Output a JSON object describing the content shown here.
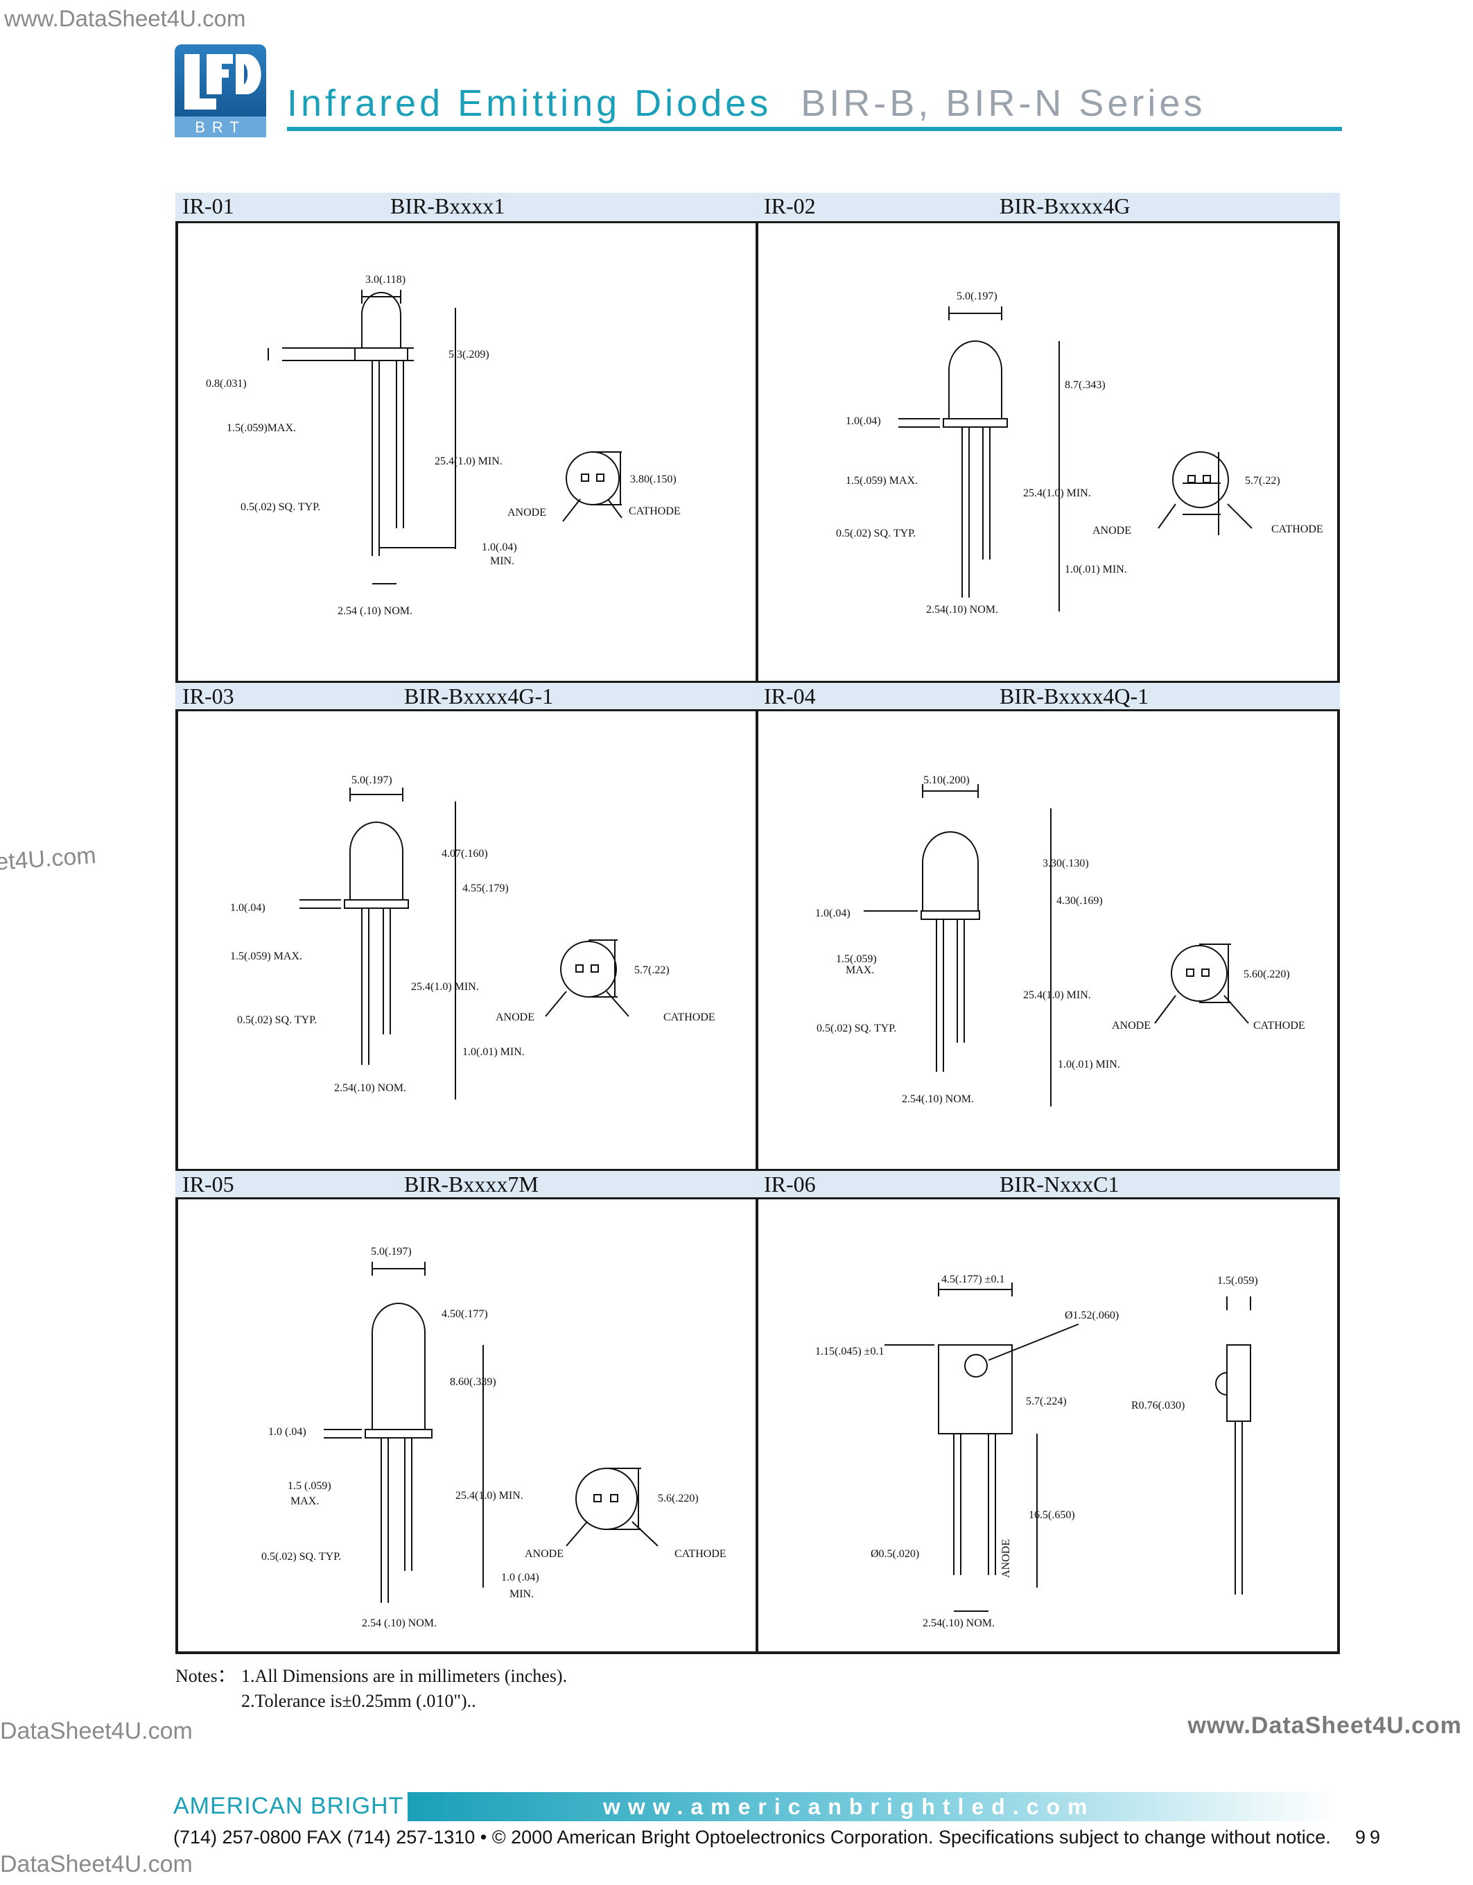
{
  "watermarks": {
    "top": "www.DataSheet4U.com",
    "left": "et4U.com",
    "mid_left": "DataSheet4U.com",
    "mid_right": "www.DataSheet4U.com",
    "bottom": "DataSheet4U.com"
  },
  "header": {
    "title": "Infrared Emitting Diodes",
    "series": "BIR-B, BIR-N Series"
  },
  "colors": {
    "accent": "#1aa0b8",
    "series_gray": "#9aa3ad",
    "panel_header": "#dde9f5"
  },
  "panels": [
    {
      "code": "IR-01",
      "model": "BIR-Bxxxx1",
      "dims": {
        "width": "3.0(.118)",
        "height": "5.3(.209)",
        "flange": "0.8(.031)",
        "max": "1.5(.059)MAX.",
        "lead_len": "25.4(1.0) MIN.",
        "lead_sq": "0.5(.02) SQ. TYP.",
        "bottom": "1.0(.04)",
        "bottom_min": "MIN.",
        "pitch": "2.54   (.10) NOM.",
        "top_dim": "3.80(.150)",
        "anode": "ANODE",
        "cathode": "CATHODE"
      }
    },
    {
      "code": "IR-02",
      "model": "BIR-Bxxxx4G",
      "dims": {
        "width": "5.0(.197)",
        "height": "8.7(.343)",
        "flange": "1.0(.04)",
        "max": "1.5(.059) MAX.",
        "lead_len": "25.4(1.0) MIN.",
        "lead_sq": "0.5(.02) SQ. TYP.",
        "bottom": "1.0(.01) MIN.",
        "pitch": "2.54(.10) NOM.",
        "top_dim": "5.7(.22)",
        "anode": "ANODE",
        "cathode": "CATHODE"
      }
    },
    {
      "code": "IR-03",
      "model": "BIR-Bxxxx4G-1",
      "dims": {
        "width": "5.0(.197)",
        "height": "4.07(.160)",
        "height2": "4.55(.179)",
        "flange": "1.0(.04)",
        "max": "1.5(.059) MAX.",
        "lead_len": "25.4(1.0) MIN.",
        "lead_sq": "0.5(.02) SQ. TYP.",
        "bottom": "1.0(.01) MIN.",
        "pitch": "2.54(.10) NOM.",
        "top_dim": "5.7(.22)",
        "anode": "ANODE",
        "cathode": "CATHODE"
      }
    },
    {
      "code": "IR-04",
      "model": "BIR-Bxxxx4Q-1",
      "dims": {
        "width": "5.10(.200)",
        "height": "3.30(.130)",
        "height2": "4.30(.169)",
        "flange": "1.0(.04)",
        "max": "1.5(.059)",
        "max2": "MAX.",
        "lead_len": "25.4(1.0) MIN.",
        "lead_sq": "0.5(.02) SQ. TYP.",
        "bottom": "1.0(.01) MIN.",
        "pitch": "2.54(.10) NOM.",
        "top_dim": "5.60(.220)",
        "anode": "ANODE",
        "cathode": "CATHODE"
      }
    },
    {
      "code": "IR-05",
      "model": "BIR-Bxxxx7M",
      "dims": {
        "width": "5.0(.197)",
        "height": "4.50(.177)",
        "height2": "8.60(.339)",
        "flange": "1.0 (.04)",
        "max": "1.5  (.059)",
        "max2": "MAX.",
        "lead_len": "25.4(1.0) MIN.",
        "lead_sq": "0.5(.02) SQ. TYP.",
        "bottom": "1.0  (.04)",
        "bottom_min": "MIN.",
        "pitch": "2.54 (.10) NOM.",
        "top_dim": "5.6(.220)",
        "anode": "ANODE",
        "cathode": "CATHODE"
      }
    },
    {
      "code": "IR-06",
      "model": "BIR-NxxxC1",
      "dims": {
        "width": "4.5(.177) ±0.1",
        "hole": "Ø1.52(.060)",
        "offset": "1.15(.045) ±0.1",
        "height": "5.7(.224)",
        "lead_len": "16.5(.650)",
        "lead_dia": "Ø0.5(.020)",
        "pitch": "2.54(.10) NOM.",
        "anode": "ANODE",
        "side_width": "1.5(.059)",
        "radius": "R0.76(.030)"
      }
    }
  ],
  "notes": {
    "label": "Notes：",
    "items": [
      "1.All Dimensions are in millimeters (inches).",
      "2.Tolerance is±0.25mm (.010\").."
    ]
  },
  "footer": {
    "company": "AMERICAN BRIGHT",
    "url": "www.americanbrightled.com",
    "contact": "(714) 257-0800   FAX (714) 257-1310 • © 2000 American Bright Optoelectronics Corporation. Specifications subject to change without notice.",
    "page": "99"
  }
}
